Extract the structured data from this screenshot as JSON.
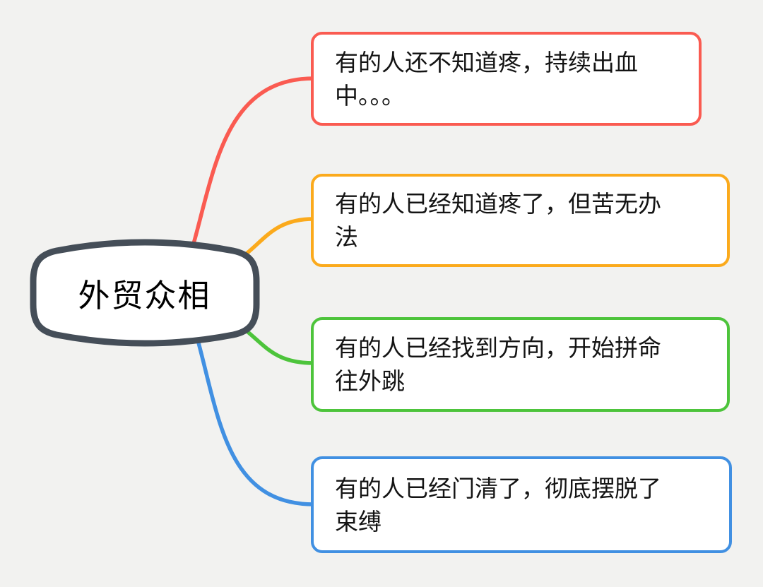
{
  "canvas": {
    "background": "#F2F2F0"
  },
  "mindmap": {
    "root": {
      "label": "外贸众相",
      "border_color": "#454E58",
      "fill": "#FFFFFF"
    },
    "branches": [
      {
        "id": "branch-1",
        "color": "#FA5B51",
        "text": "有的人还不知道疼，持续出血中。。。",
        "lines": [
          "有的人还不知道疼，持续出血",
          "中。。。"
        ]
      },
      {
        "id": "branch-2",
        "color": "#FBAA1C",
        "text": "有的人已经知道疼了，但苦无办法",
        "lines": [
          "有的人已经知道疼了，但苦无办",
          "法"
        ]
      },
      {
        "id": "branch-3",
        "color": "#4DC43B",
        "text": "有的人已经找到方向，开始拼命往外跳",
        "lines": [
          "有的人已经找到方向，开始拼命",
          "往外跳"
        ]
      },
      {
        "id": "branch-4",
        "color": "#4190E2",
        "text": "有的人已经门清了，彻底摆脱了束缚",
        "lines": [
          "有的人已经门清了，彻底摆脱了",
          "束缚"
        ]
      }
    ]
  }
}
